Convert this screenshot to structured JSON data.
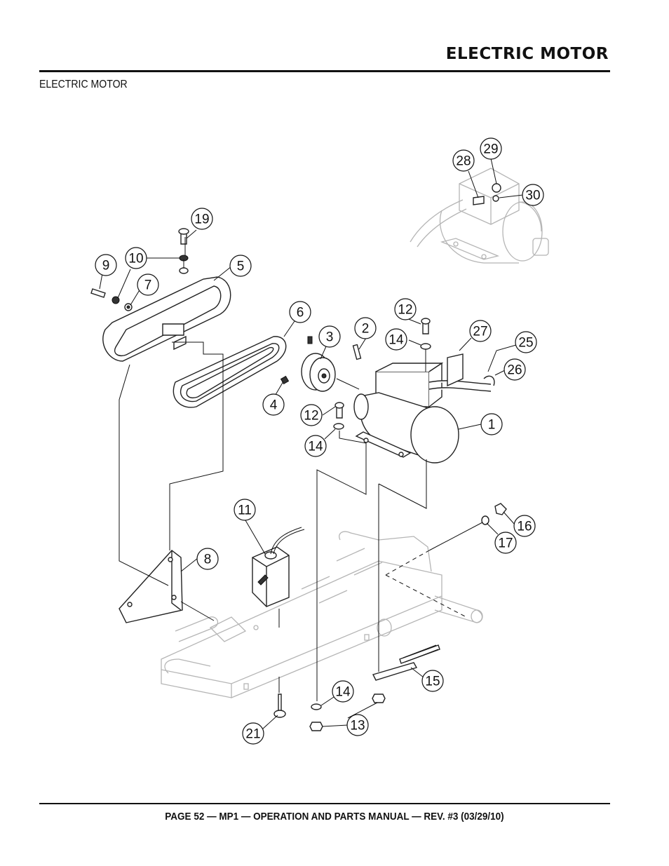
{
  "header": {
    "title": "ELECTRIC MOTOR"
  },
  "section": {
    "subtitle": "ELECTRIC MOTOR"
  },
  "footer": {
    "text": "PAGE 52 — MP1 — OPERATION AND PARTS MANUAL — REV. #3  (03/29/10)"
  },
  "callouts": [
    {
      "id": "c1",
      "label": "1"
    },
    {
      "id": "c2",
      "label": "2"
    },
    {
      "id": "c3",
      "label": "3"
    },
    {
      "id": "c4",
      "label": "4"
    },
    {
      "id": "c5",
      "label": "5"
    },
    {
      "id": "c6",
      "label": "6"
    },
    {
      "id": "c7",
      "label": "7"
    },
    {
      "id": "c8",
      "label": "8"
    },
    {
      "id": "c9",
      "label": "9"
    },
    {
      "id": "c10",
      "label": "10"
    },
    {
      "id": "c11",
      "label": "11"
    },
    {
      "id": "c12a",
      "label": "12"
    },
    {
      "id": "c12b",
      "label": "12"
    },
    {
      "id": "c13",
      "label": "13"
    },
    {
      "id": "c14a",
      "label": "14"
    },
    {
      "id": "c14b",
      "label": "14"
    },
    {
      "id": "c14c",
      "label": "14"
    },
    {
      "id": "c15",
      "label": "15"
    },
    {
      "id": "c16",
      "label": "16"
    },
    {
      "id": "c17",
      "label": "17"
    },
    {
      "id": "c19",
      "label": "19"
    },
    {
      "id": "c21",
      "label": "21"
    },
    {
      "id": "c25",
      "label": "25"
    },
    {
      "id": "c26",
      "label": "26"
    },
    {
      "id": "c27",
      "label": "27"
    },
    {
      "id": "c28",
      "label": "28"
    },
    {
      "id": "c29",
      "label": "29"
    },
    {
      "id": "c30",
      "label": "30"
    }
  ]
}
